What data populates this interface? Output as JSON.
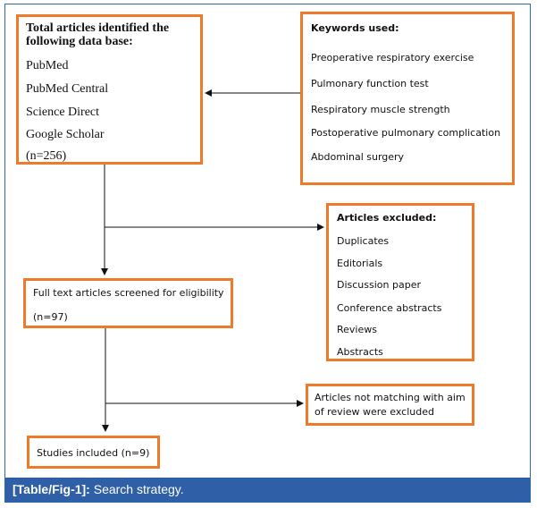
{
  "sources_box": {
    "heading_line1": "Total articles identified the",
    "heading_line2": "following data base:",
    "items": [
      "PubMed",
      "PubMed Central",
      "Science Direct",
      "Google Scholar"
    ],
    "count": "(n=256)"
  },
  "keywords_box": {
    "heading": "Keywords used:",
    "items": [
      "Preoperative respiratory exercise",
      "Pulmonary function test",
      "Respiratory muscle strength",
      "Postoperative pulmonary complication",
      "Abdominal surgery"
    ]
  },
  "excluded_box": {
    "heading": "Articles excluded:",
    "items": [
      "Duplicates",
      "Editorials",
      "Discussion paper",
      "Conference abstracts",
      "Reviews",
      "Abstracts"
    ]
  },
  "screened_box": {
    "label": "Full text articles screened for eligibility",
    "count": "(n=97)"
  },
  "not_matching_box": {
    "line1": "Articles not matching with aim",
    "line2": "of review were excluded"
  },
  "included_box": {
    "label": "Studies included (n=9)"
  },
  "caption": {
    "label": "[Table/Fig-1]:",
    "text": " Search strategy."
  },
  "colors": {
    "box_border": "#ef7a2a",
    "caption_bar": "#2f5fa6",
    "frame": "#2b6cb0"
  }
}
